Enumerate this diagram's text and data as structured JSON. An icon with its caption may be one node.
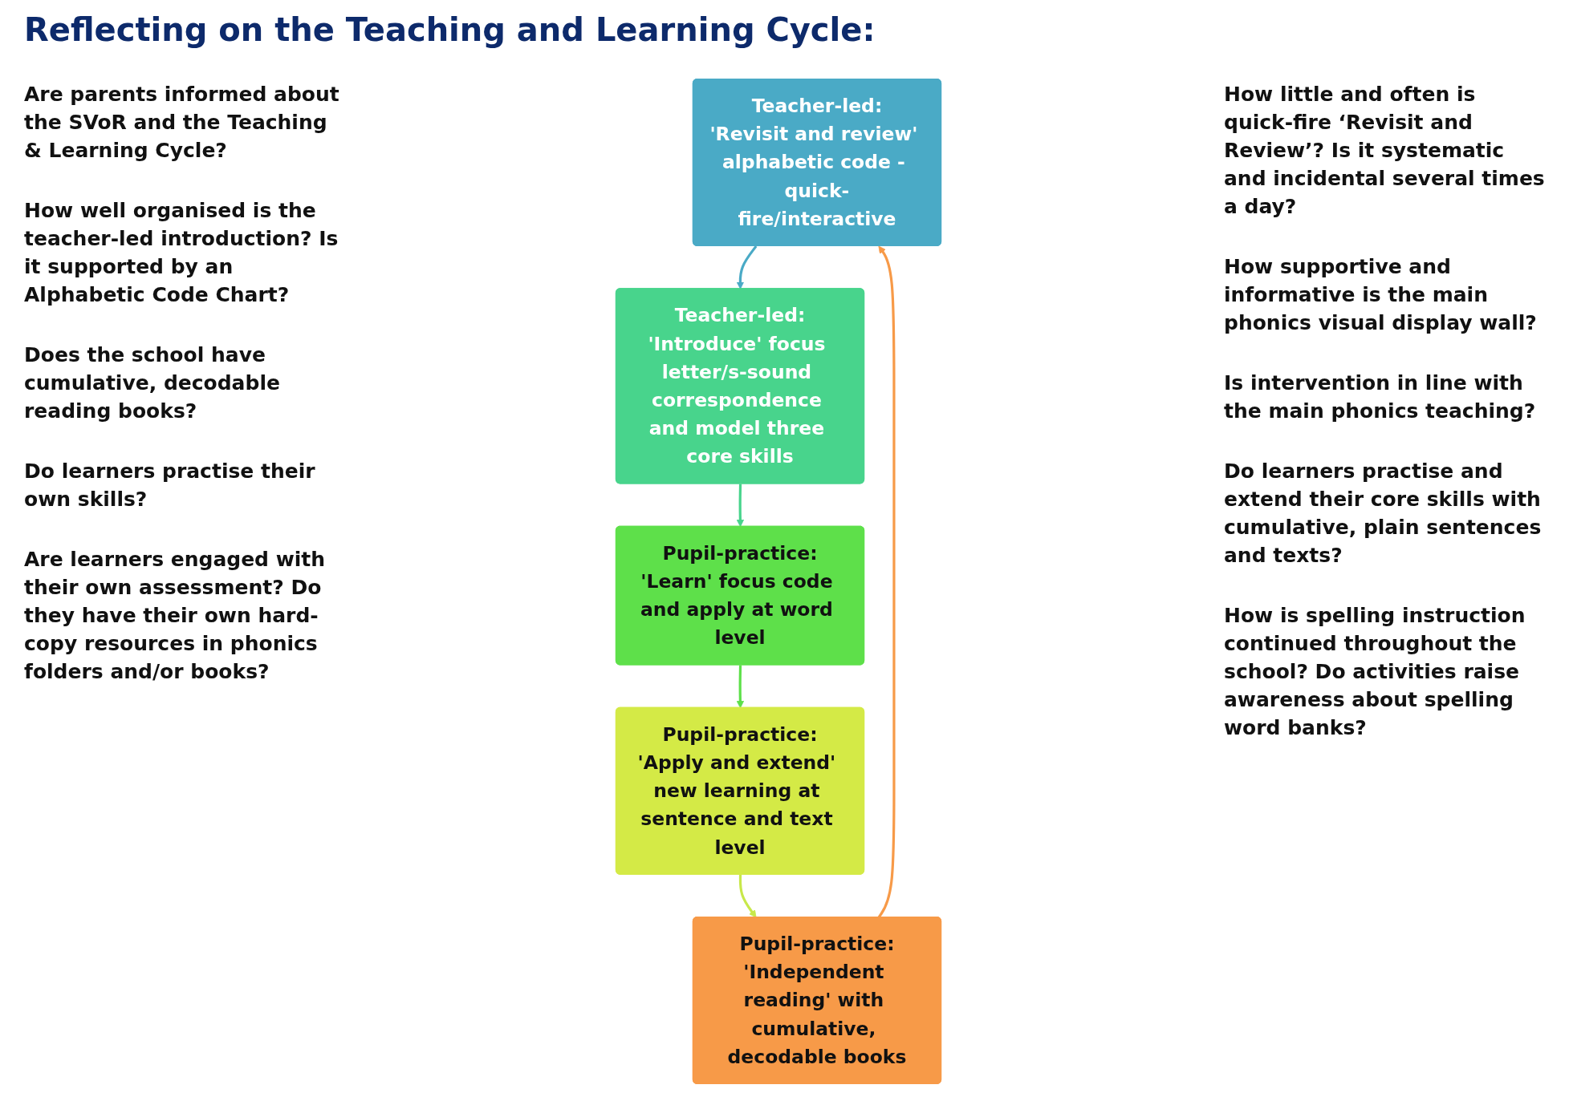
{
  "diagram": {
    "title": "Reflecting on the Teaching and Learning Cycle:",
    "nodes": [
      {
        "text": [
          "Teacher-led:",
          "'Revisit and review' alphabetic code - quick-fire/interactive"
        ]
      },
      {
        "text": [
          "Teacher-led:",
          "'Introduce' focus letter/s-sound correspondence and model three core skills"
        ]
      },
      {
        "text": [
          "Pupil-practice:",
          "'Learn' focus code and apply at word level"
        ]
      },
      {
        "text": [
          "Pupil-practice:",
          "'Apply and extend' new learning at sentence and text level"
        ]
      },
      {
        "text": [
          "Pupil-practice:",
          "'Independent reading' with cumulative, decodable books"
        ]
      }
    ],
    "edges": [
      {
        "from": 0,
        "to": 1,
        "arrow": "to",
        "color": "#4aaac6"
      },
      {
        "from": 1,
        "to": 2,
        "arrow": "to",
        "color": "#48d48c"
      },
      {
        "from": 2,
        "to": 3,
        "arrow": "to",
        "color": "#5ee04a"
      },
      {
        "from": 3,
        "to": 4,
        "arrow": "to",
        "color": "#c8e84a"
      },
      {
        "from": 4,
        "to": 0,
        "arrow": "to",
        "color": "#f79a48"
      }
    ],
    "labels": [
      "Are parents informed about the SVoR and the Teaching & Learning Cycle?",
      "How little and often is quick-fire ‘Revisit and Review’? Is it systematic and incidental several times a day?",
      "How well organised is the teacher-led introduction? Is it supported by an Alphabetic Code Chart?",
      "How supportive and informative is the main phonics visual display wall?",
      "Does the school have cumulative, decodable reading books?",
      "Is intervention in line with the main phonics teaching?",
      "Do learners practise their own skills?",
      "Do learners practise and extend their core skills with cumulative, plain sentences and texts?",
      "Are learners engaged with their own assessment? Do they have their own hard-copy resources in phonics folders and/or books?",
      "How is spelling instruction continued throughout the school? Do activities raise awareness about spelling word banks?"
    ]
  }
}
